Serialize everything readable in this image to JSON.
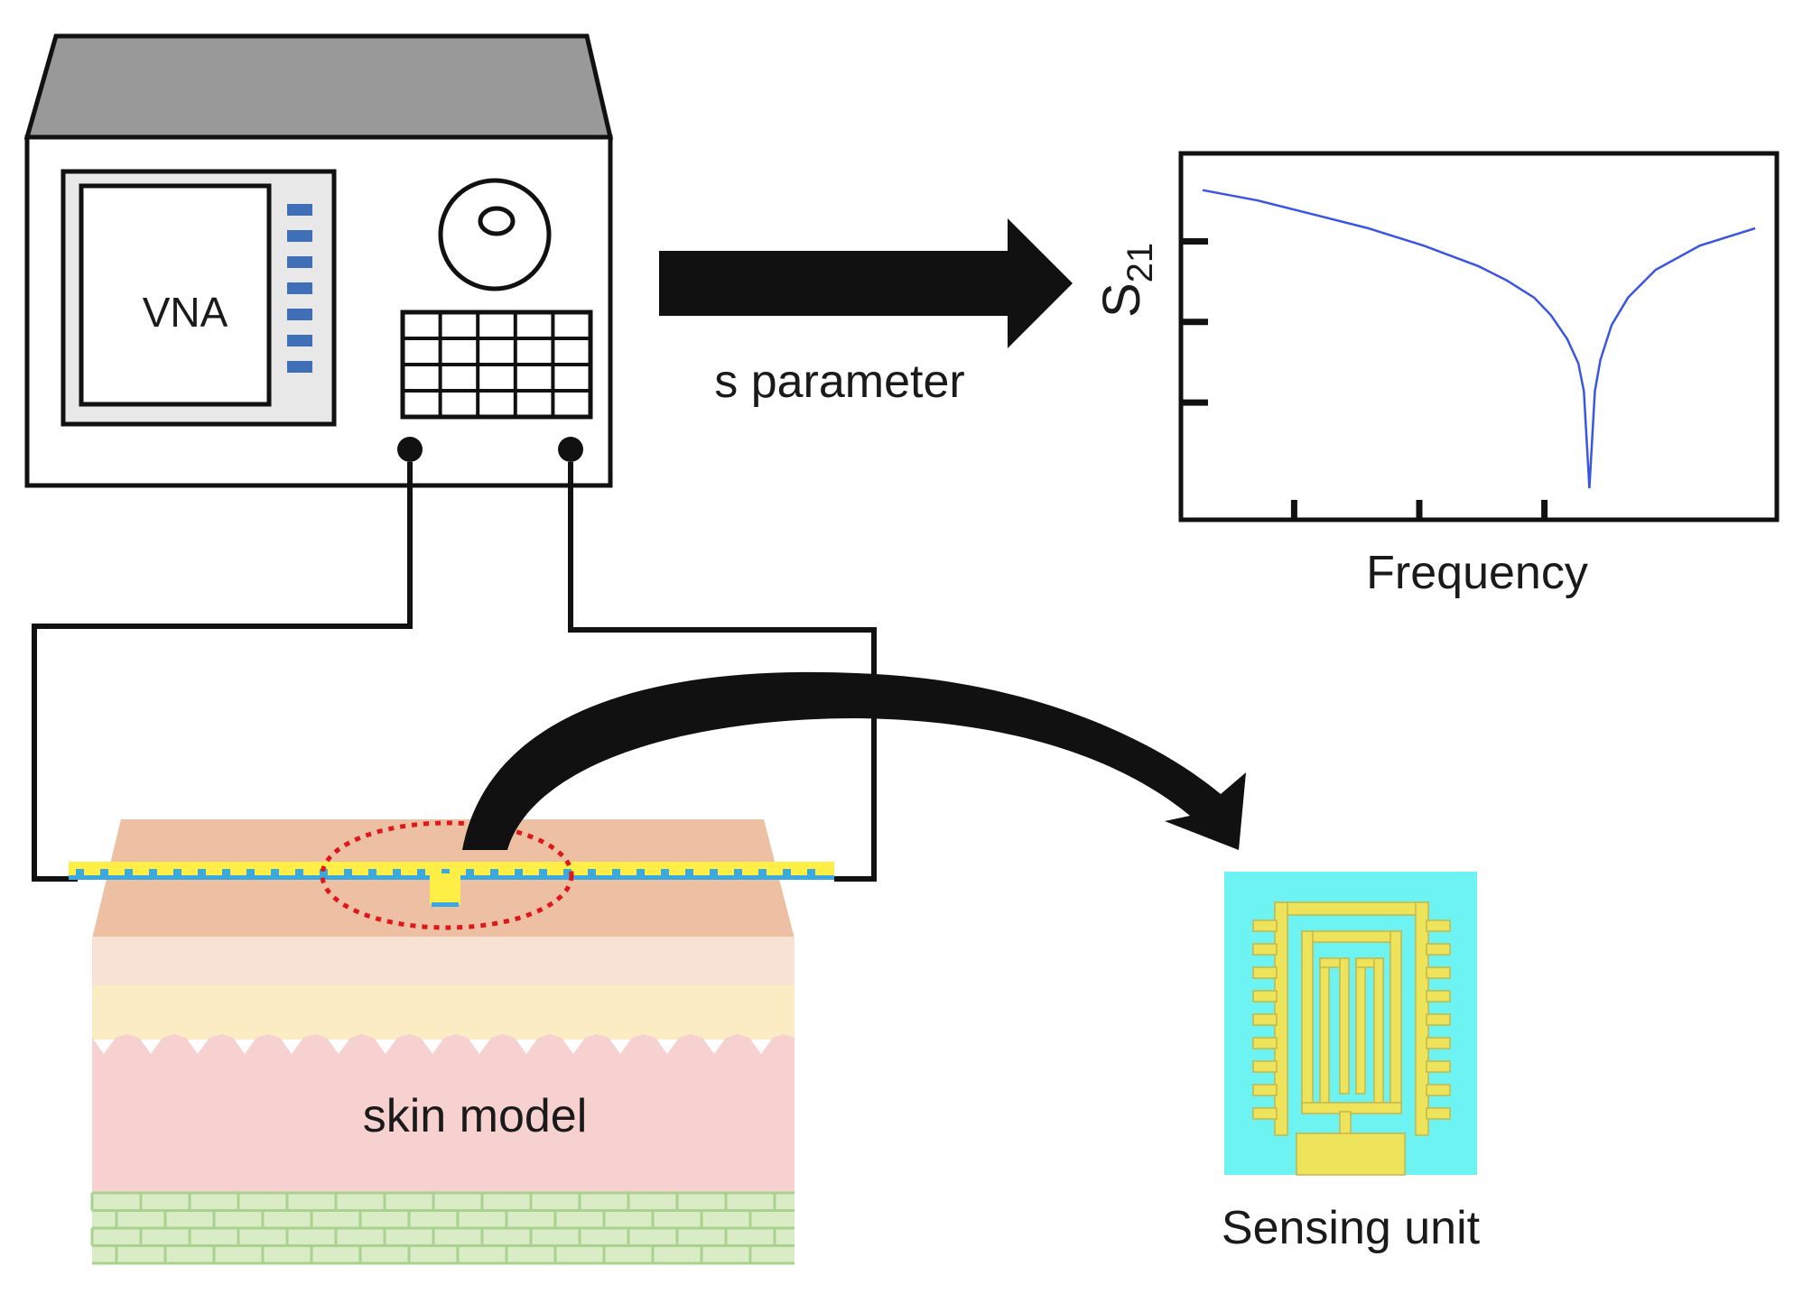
{
  "instrument": {
    "screen_label": "VNA",
    "button_count": 7,
    "keypad_rows": 4,
    "keypad_cols": 5,
    "key_color": "#3f6fb7"
  },
  "arrow_label": "s parameter",
  "plot": {
    "ylabel_main": "S",
    "ylabel_sub": "21",
    "xlabel": "Frequency",
    "curve_color": "#3a55e6",
    "x_ticks": 3,
    "y_ticks": 3
  },
  "chart_data": {
    "type": "line",
    "title": "",
    "xlabel": "Frequency",
    "ylabel": "S21",
    "shape": "resonance dip",
    "series": [
      {
        "x": [
          0.0,
          0.1,
          0.2,
          0.3,
          0.4,
          0.5,
          0.55,
          0.6,
          0.63,
          0.66,
          0.68,
          0.69,
          0.7,
          0.71,
          0.72,
          0.74,
          0.77,
          0.82,
          0.9,
          1.0
        ],
        "values": [
          0.92,
          0.89,
          0.85,
          0.81,
          0.76,
          0.7,
          0.66,
          0.61,
          0.56,
          0.49,
          0.42,
          0.34,
          0.06,
          0.34,
          0.43,
          0.53,
          0.61,
          0.69,
          0.76,
          0.81
        ]
      }
    ]
  },
  "skin": {
    "label": "skin model",
    "colors": {
      "epidermis": "#edc0a3",
      "layer2": "#f8e2d3",
      "layer3": "#fbecc4",
      "dermis": "#f6d1cf",
      "bottom": "#d9ecc5",
      "lines": "#a9d28f"
    }
  },
  "strip": {
    "colors": {
      "body": "#ffee46",
      "dots": "#3aa9df"
    }
  },
  "focus_ring_color": "#e0161b",
  "sensor": {
    "label": "Sensing unit",
    "colors": {
      "substrate": "#6cf3f2",
      "metal": "#eee45b",
      "edge": "#c5b64a"
    }
  }
}
